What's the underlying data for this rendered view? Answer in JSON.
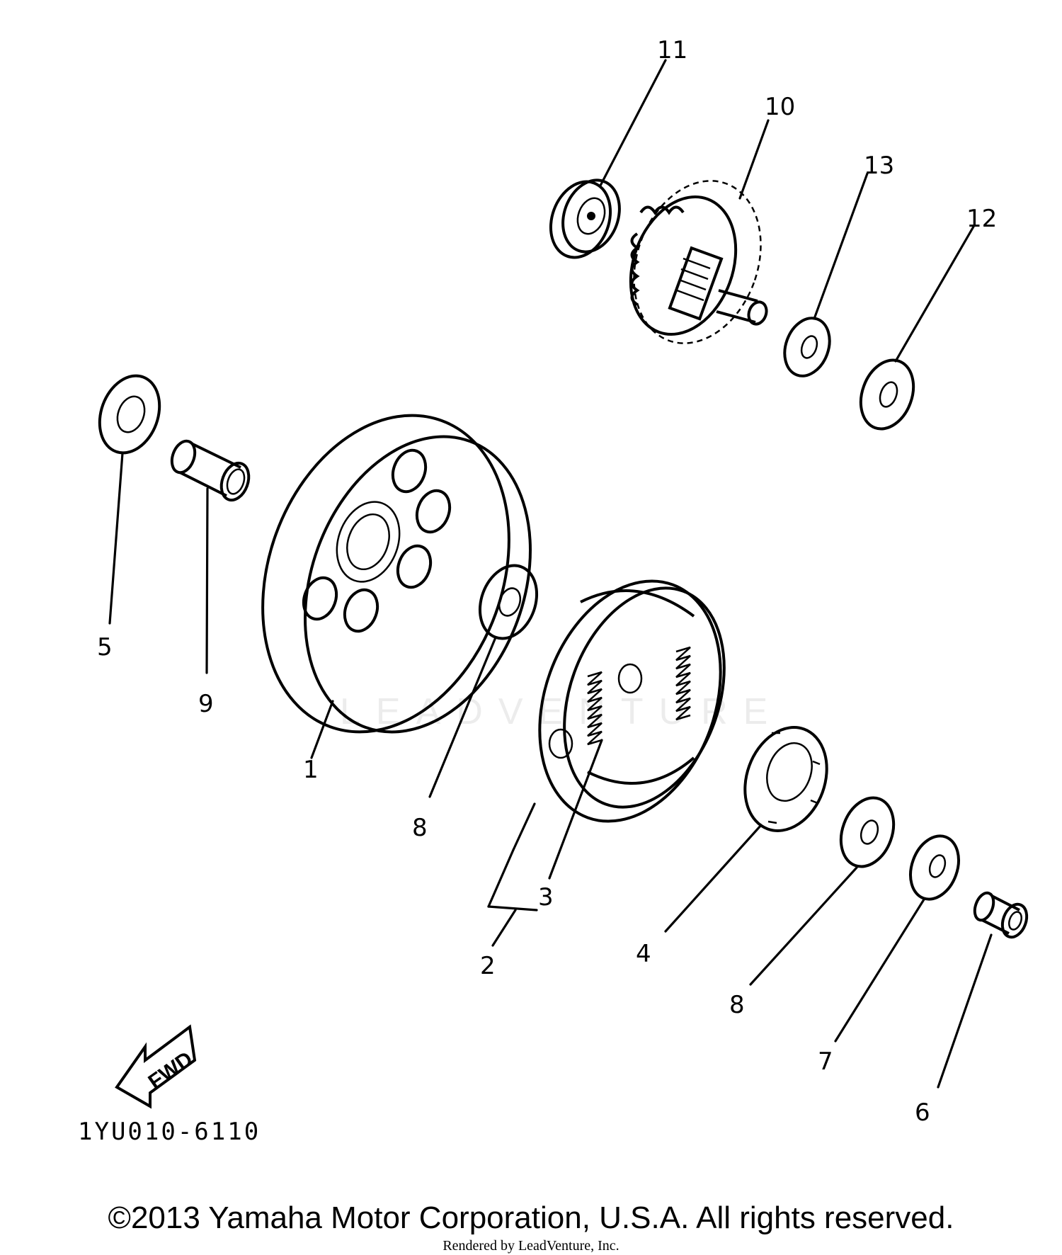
{
  "diagram": {
    "callouts": [
      {
        "id": "1",
        "label": "1"
      },
      {
        "id": "2",
        "label": "2"
      },
      {
        "id": "3",
        "label": "3"
      },
      {
        "id": "4",
        "label": "4"
      },
      {
        "id": "5",
        "label": "5"
      },
      {
        "id": "6",
        "label": "6"
      },
      {
        "id": "7",
        "label": "7"
      },
      {
        "id": "8a",
        "label": "8"
      },
      {
        "id": "8b",
        "label": "8"
      },
      {
        "id": "9",
        "label": "9"
      },
      {
        "id": "10",
        "label": "10"
      },
      {
        "id": "11",
        "label": "11"
      },
      {
        "id": "12",
        "label": "12"
      },
      {
        "id": "13",
        "label": "13"
      }
    ],
    "fwd_arrow_label": "FWD",
    "catalog_code": "1YU010-6110",
    "watermark": "LEADVENTURE"
  },
  "footer": {
    "copyright": "©2013 Yamaha Motor Corporation, U.S.A. All rights reserved.",
    "rendered_by": "Rendered by LeadVenture, Inc."
  }
}
